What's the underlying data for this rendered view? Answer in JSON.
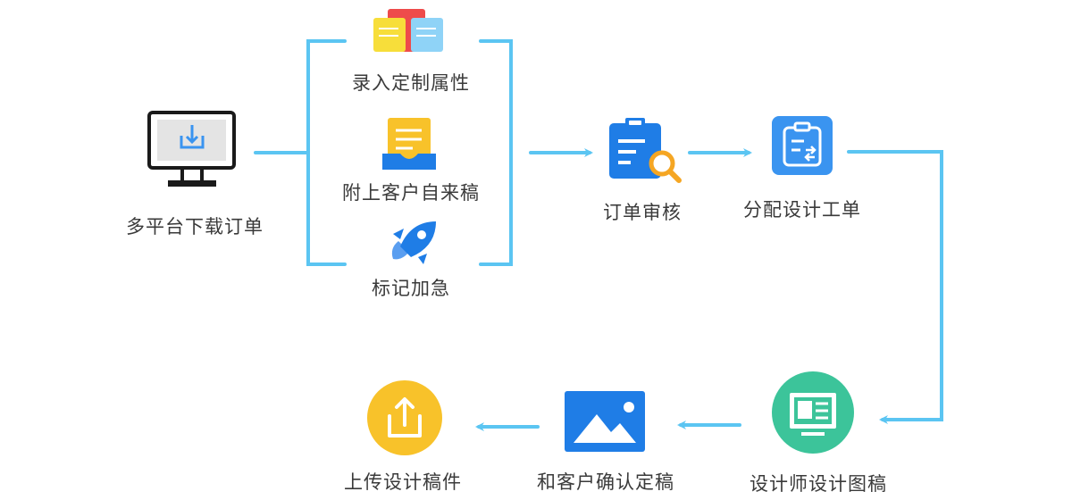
{
  "colors": {
    "connector": "#5bc5f2",
    "label": "#3a3a3a",
    "blue": "#1f7de6",
    "orange": "#f5a623",
    "green": "#3cc49a",
    "sky": "#3a94f0",
    "gold": "#f8c22a"
  },
  "nodes": {
    "download": {
      "label": "多平台下载订单",
      "icon": "monitor-download-icon"
    },
    "custom_attrs": {
      "label": "录入定制属性",
      "icon": "sticky-notes-icon"
    },
    "attach_draft": {
      "label": "附上客户自来稿",
      "icon": "document-tray-icon"
    },
    "urgent": {
      "label": "标记加急",
      "icon": "rocket-icon"
    },
    "review": {
      "label": "订单审核",
      "icon": "clipboard-search-icon"
    },
    "assign": {
      "label": "分配设计工单",
      "icon": "assign-ticket-icon"
    },
    "design": {
      "label": "设计师设计图稿",
      "icon": "design-screen-icon"
    },
    "confirm": {
      "label": "和客户确认定稿",
      "icon": "image-icon"
    },
    "upload": {
      "label": "上传设计稿件",
      "icon": "upload-icon"
    }
  }
}
